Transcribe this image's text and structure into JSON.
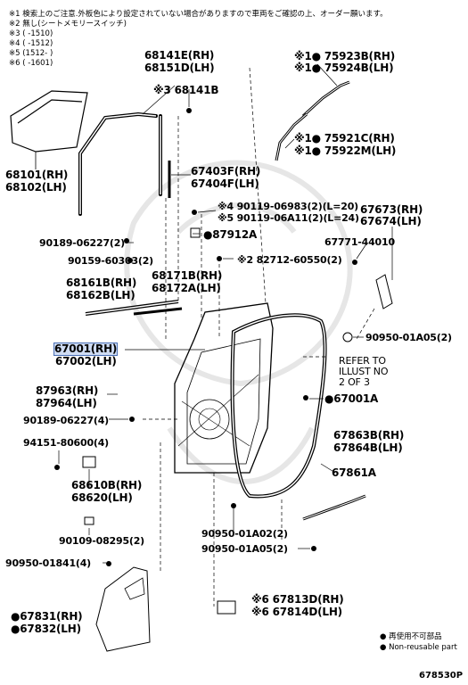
{
  "notes": [
    "※1 検索上のご注意.外板色により設定されていない場合がありますので車両をご確認の上、オーダー願います。",
    "※2 無し(シートメモリースイッチ)",
    "※3 (       -1510)",
    "※4 (       -1512)",
    "※5 (1512-       )",
    "※6 (       -1601)"
  ],
  "labels": {
    "p68141e": "68141E(RH)",
    "p68151d": "68151D(LH)",
    "p68141b": "※3 68141B",
    "p75923b": "※1● 75923B(RH)",
    "p75924b": "※1● 75924B(LH)",
    "p68101": "68101(RH)",
    "p68102": "68102(LH)",
    "p75921c": "※1● 75921C(RH)",
    "p75922m": "※1● 75922M(LH)",
    "p67403f": "67403F(RH)",
    "p67404f": "67404F(LH)",
    "p90119a": "※4 90119-06983(2)(L=20)",
    "p90119b": "※5 90119-06A11(2)(L=24)",
    "p67673": "67673(RH)",
    "p67674": "67674(LH)",
    "p90189a": "90189-06227(2)",
    "p87912a": "●87912A",
    "p67771": "67771-44010",
    "p90159": "90159-60303(2)",
    "p82712": "※2 82712-60550(2)",
    "p68171b": "68171B(RH)",
    "p68172a": "68172A(LH)",
    "p68161b": "68161B(RH)",
    "p68162b": "68162B(LH)",
    "p67001": "67001(RH)",
    "p67002": "67002(LH)",
    "p90950a": "90950-01A05(2)",
    "refer": "REFER TO",
    "refer2": "ILLUST NO",
    "refer3": "2 OF 3",
    "p87963": "87963(RH)",
    "p87964": "87964(LH)",
    "p67001a": "●67001A",
    "p90189b": "90189-06227(4)",
    "p94151": "94151-80600(4)",
    "p67863b": "67863B(RH)",
    "p67864b": "67864B(LH)",
    "p68610b": "68610B(RH)",
    "p68620": "68620(LH)",
    "p67861a": "67861A",
    "p90109": "90109-08295(2)",
    "p90950b": "90950-01A02(2)",
    "p90950c": "90950-01A05(2)",
    "p90950d": "90950-01841(4)",
    "p67813d": "※6 67813D(RH)",
    "p67814d": "※6 67814D(LH)",
    "p67831": "●67831(RH)",
    "p67832": "●67832(LH)"
  },
  "legend": {
    "line1": "● 再使用不可部品",
    "line2": "● Non-reusable part"
  },
  "figure_id": "678530P",
  "colors": {
    "highlight_fill": "#cfdcf3",
    "highlight_border": "#4a6fb5",
    "ink": "#000000"
  }
}
